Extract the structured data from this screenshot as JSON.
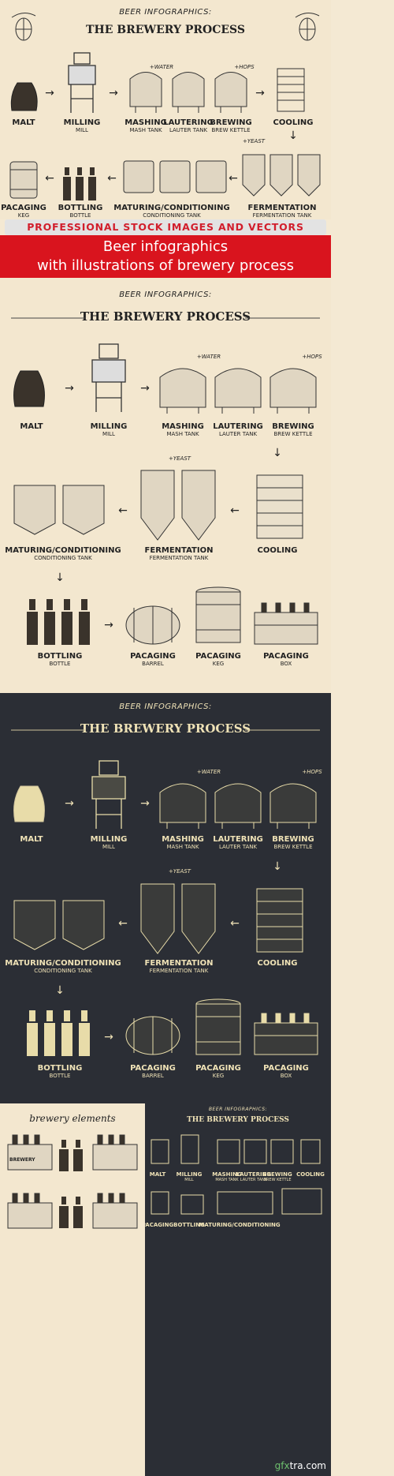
{
  "header": {
    "small": "BEER INFOGRAPHICS:",
    "title": "THE BREWERY PROCESS"
  },
  "tags": {
    "water": "+WATER",
    "hops": "+HOPS",
    "yeast": "+YEAST"
  },
  "steps": {
    "malt": {
      "name": "MALT"
    },
    "milling": {
      "name": "MILLING",
      "sub": "MILL"
    },
    "mashing": {
      "name": "MASHING",
      "sub": "MASH TANK"
    },
    "lautering": {
      "name": "LAUTERING",
      "sub": "LAUTER TANK"
    },
    "brewing": {
      "name": "BREWING",
      "sub": "BREW KETTLE"
    },
    "cooling": {
      "name": "COOLING"
    },
    "fermentation": {
      "name": "FERMENTATION",
      "sub": "FERMENTATION TANK"
    },
    "maturing": {
      "name": "MATURING/CONDITIONING",
      "sub": "CONDITIONING TANK"
    },
    "bottling": {
      "name": "BOTTLING",
      "sub": "BOTTLE"
    },
    "pac_barrel": {
      "name": "PACAGING",
      "sub": "BARREL"
    },
    "pac_keg": {
      "name": "PACAGING",
      "sub": "KEG"
    },
    "pac_box": {
      "name": "PACAGING",
      "sub": "BOX"
    },
    "pacaging_keg_top": {
      "name": "PACAGING",
      "sub": "KEG"
    }
  },
  "banner": {
    "stock": "PROFESSIONAL STOCK IMAGES AND VECTORS",
    "line1": "Beer infographics",
    "line2": "with illustrations of brewery process"
  },
  "bottom": {
    "elements": "brewery elements",
    "crate": "BREWERY"
  },
  "watermark": {
    "left": "gfx",
    "right": "tra.com"
  }
}
